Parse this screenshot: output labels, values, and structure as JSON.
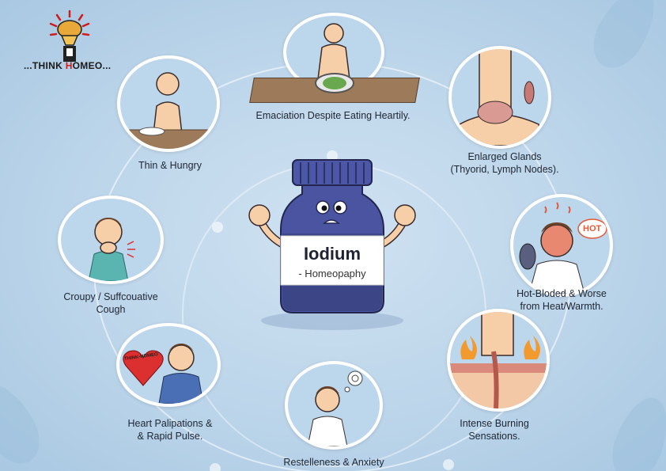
{
  "logo": {
    "prefix": "...THINK ",
    "highlight": "H",
    "suffix": "OMEO...",
    "icon": "brain-lightbulb-icon",
    "highlight_color": "#d01c1c"
  },
  "center": {
    "title": "Iodium",
    "subtitle": "- Homeopaphy",
    "icon": "worried-medicine-bottle",
    "bottle_color": "#3c4585"
  },
  "symptoms": [
    {
      "id": "emaciation",
      "label_lines": [
        "Emaciation Despite Eating Heartily."
      ],
      "icon": "emaciated-man-eating-icon"
    },
    {
      "id": "glands",
      "label_lines": [
        "Enlarged Glands",
        "(Thyorid, Lymph Nodes)."
      ],
      "icon": "swollen-neck-glands-icon"
    },
    {
      "id": "hot",
      "label_lines": [
        "Hot-Bloded & Worse",
        "from Heat/Warmth."
      ],
      "icon": "overheated-boy-fan-icon",
      "bubble_text": "HOT"
    },
    {
      "id": "burning",
      "label_lines": [
        "Intense Burning",
        "Sensations."
      ],
      "icon": "burning-throat-icon"
    },
    {
      "id": "anxiety",
      "label_lines": [
        "Restelleness & Anxiety"
      ],
      "icon": "anxious-boy-icon"
    },
    {
      "id": "palpitations",
      "label_lines": [
        "Heart Palipations &",
        "& Rapid Pulse."
      ],
      "icon": "heart-palpitation-boy-icon",
      "heart_text": "THINK-HOMEO"
    },
    {
      "id": "cough",
      "label_lines": [
        "Croupy / Suffcouative",
        "Cough"
      ],
      "icon": "coughing-boy-icon"
    },
    {
      "id": "thin",
      "label_lines": [
        "Thin & Hungry"
      ],
      "icon": "thin-hungry-man-icon"
    }
  ],
  "colors": {
    "background": "#bcd5ea",
    "bubble_border": "#ffffff",
    "text": "#1f2633"
  }
}
